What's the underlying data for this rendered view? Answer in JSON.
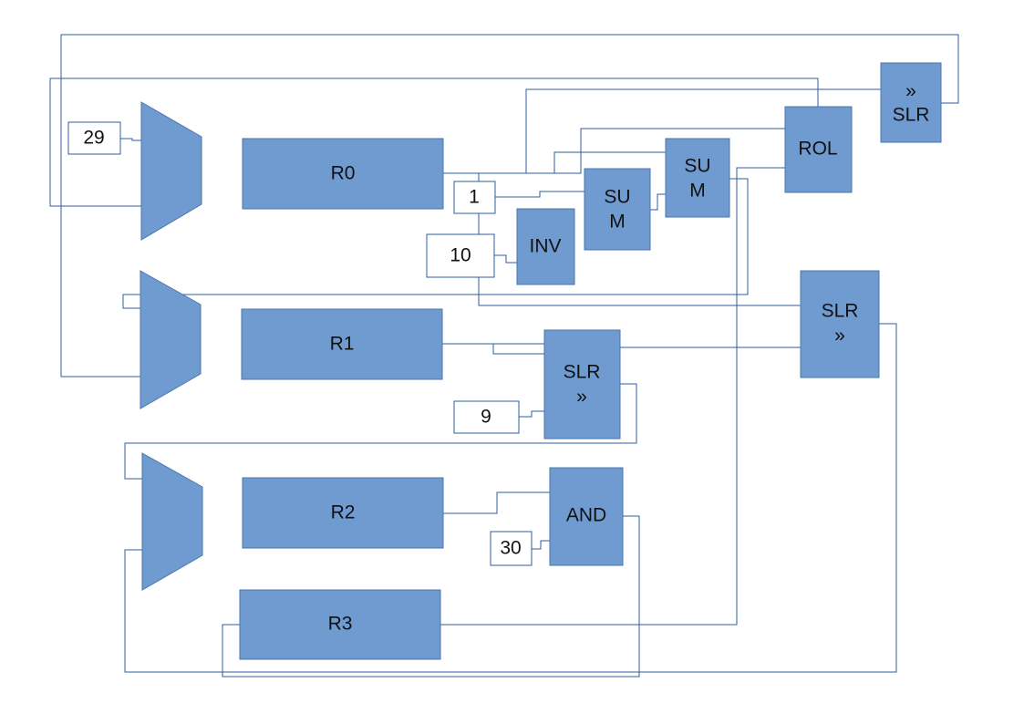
{
  "registers": {
    "r0": "R0",
    "r1": "R1",
    "r2": "R2",
    "r3": "R3"
  },
  "units": {
    "sum1_line1": "SU",
    "sum1_line2": "M",
    "sum2_line1": "SU",
    "sum2_line2": "M",
    "inv": "INV",
    "rol": "ROL",
    "slr_top_line1": "»",
    "slr_top_line2": "SLR",
    "slr_right_line1": "SLR",
    "slr_right_line2": "»",
    "slr_mid_line1": "SLR",
    "slr_mid_line2": "»",
    "and": "AND"
  },
  "constants": {
    "c29": "29",
    "c1": "1",
    "c10": "10",
    "c9": "9",
    "c30": "30"
  },
  "colors": {
    "block_fill": "#6f9bd0",
    "block_stroke": "#4a76ad",
    "wire": "#2e5f9e"
  }
}
